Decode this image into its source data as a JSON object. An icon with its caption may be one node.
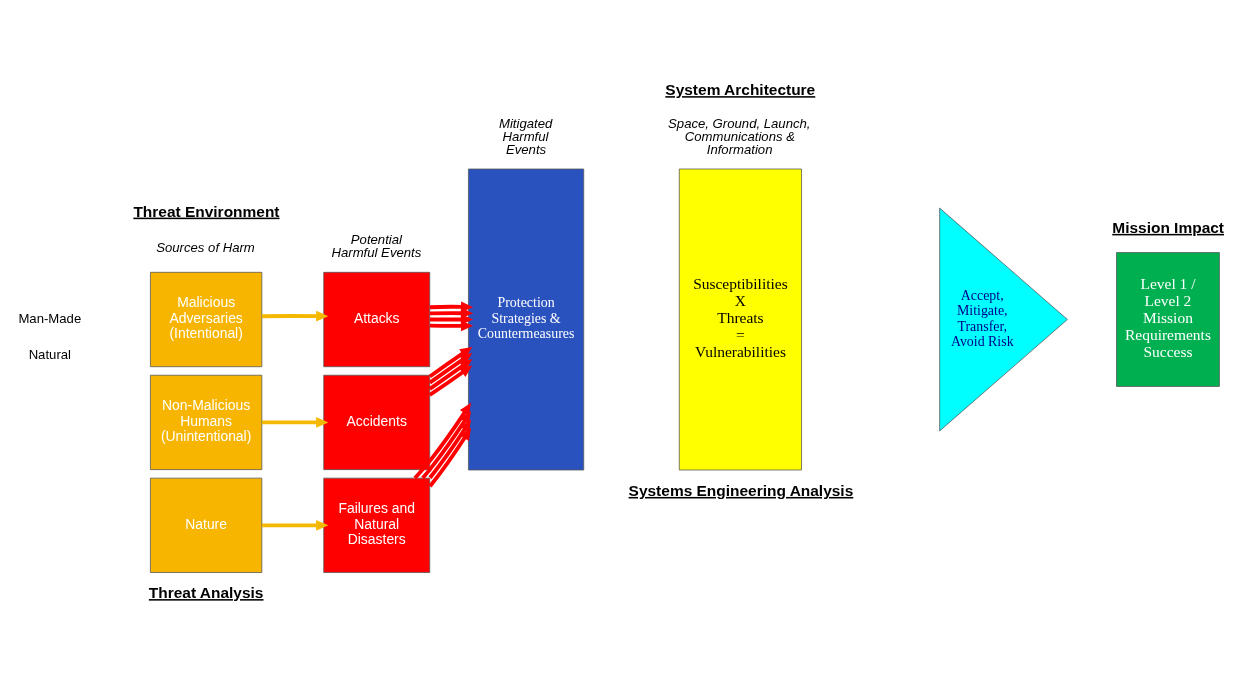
{
  "diagram": {
    "nodes": [
      {
        "text": [
          "Malicious Adversaries (Intentional)"
        ]
      },
      {
        "text": [
          "Non-Malicious Humans (Unintentional)"
        ]
      },
      {
        "text": [
          "Nature"
        ]
      },
      {
        "text": [
          "Attacks"
        ]
      },
      {
        "text": [
          "Accidents"
        ]
      },
      {
        "text": [
          "Failures and Natural Disasters"
        ]
      },
      {
        "text": [
          "Protection Strategies & Countermeasures"
        ]
      },
      {
        "text": [
          "Susceptibilities",
          "X",
          "Threats",
          "=",
          "Vulnerabilities"
        ]
      },
      {
        "text": [
          "Accept, Mitigate, Transfer, Avoid Risk"
        ]
      },
      {
        "text": [
          "Level 1 / Level 2 Mission Requirements Success"
        ]
      }
    ],
    "edges": [
      {
        "from": 0,
        "to": 3,
        "arrow": "to",
        "color": "#f5b800"
      },
      {
        "from": 1,
        "to": 4,
        "arrow": "to",
        "color": "#f5b800"
      },
      {
        "from": 2,
        "to": 5,
        "arrow": "to",
        "color": "#f5b800"
      },
      {
        "from": 3,
        "to": 6,
        "arrow": "to"
      },
      {
        "from": 3,
        "to": 6,
        "arrow": "to"
      },
      {
        "from": 3,
        "to": 6,
        "arrow": "to"
      },
      {
        "from": 3,
        "to": 6,
        "arrow": "to"
      },
      {
        "from": 4,
        "to": 6,
        "arrow": "to"
      },
      {
        "from": 4,
        "to": 6,
        "arrow": "to"
      },
      {
        "from": 4,
        "to": 6,
        "arrow": "to"
      },
      {
        "from": 4,
        "to": 6,
        "arrow": "to"
      },
      {
        "from": 5,
        "to": 6,
        "arrow": "to"
      },
      {
        "from": 5,
        "to": 6,
        "arrow": "to"
      },
      {
        "from": 5,
        "to": 6,
        "arrow": "to"
      },
      {
        "from": 5,
        "to": 6,
        "arrow": "to"
      }
    ],
    "labels": [
      "Threat Environment",
      "System Architecture",
      "Mission Impact",
      "Sources of Harm",
      "Potential Harmful Events",
      "Mitigated Harmful Events",
      "Space, Ground, Launch, Communications & Information",
      "Man-Made",
      "Natural",
      "Threat Analysis",
      "Systems Engineering Analysis"
    ]
  }
}
